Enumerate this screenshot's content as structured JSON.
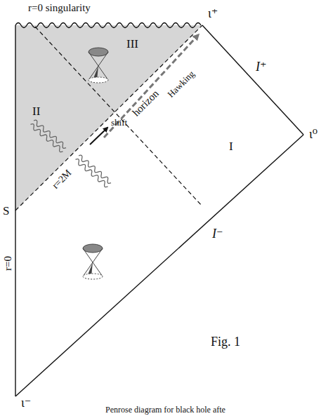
{
  "diagram": {
    "labels": [
      "r=0  singularity",
      "ι⁺",
      "III",
      "II",
      "I",
      "I⁺",
      "ι⁰",
      "horizon",
      "Hawking",
      "r=2M",
      "shift",
      "S",
      "r=0",
      "I⁻",
      "Fig. 1",
      "ι⁻",
      "Penrose diagram for black hole afte"
    ]
  }
}
